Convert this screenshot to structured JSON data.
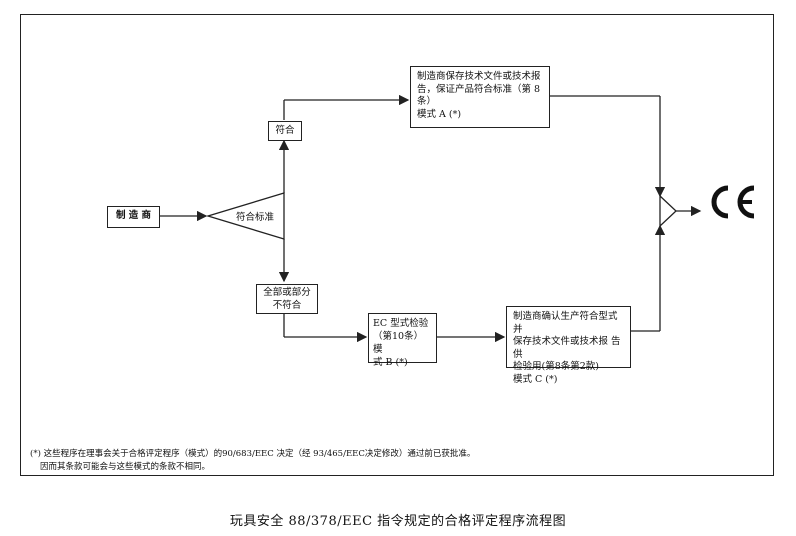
{
  "diagram": {
    "manufacturer": "制 造 商",
    "decision": "符合标准",
    "pass_label": "符合",
    "fail_label_line1": "全部或部分",
    "fail_label_line2": "不符合",
    "module_a": {
      "line1": "制造商保存技术文件或技术报",
      "line2": "告，保证产品符合标准（第 8",
      "line3": "条）",
      "line4": "模式 A (*)"
    },
    "module_b": {
      "line1": "EC 型式检验",
      "line2": "（第10条）模",
      "line3": "式 B (*)"
    },
    "module_c": {
      "line1": "制造商确认生产符合型式并",
      "line2": "保存技术文件或技术报 告供",
      "line3": "检验用(第8条第2款)",
      "line4": "模式 C (*)"
    },
    "ce_mark": "CE",
    "footnote_line1": "(*) 这些程序在理事会关于合格评定程序（模式）的90/683/EEC 决定（经 93/465/EEC决定修改）通过前已获批准。",
    "footnote_line2": "因而其条款可能会与这些模式的条款不相同。"
  },
  "caption": "玩具安全 88/378/EEC 指令规定的合格评定程序流程图"
}
